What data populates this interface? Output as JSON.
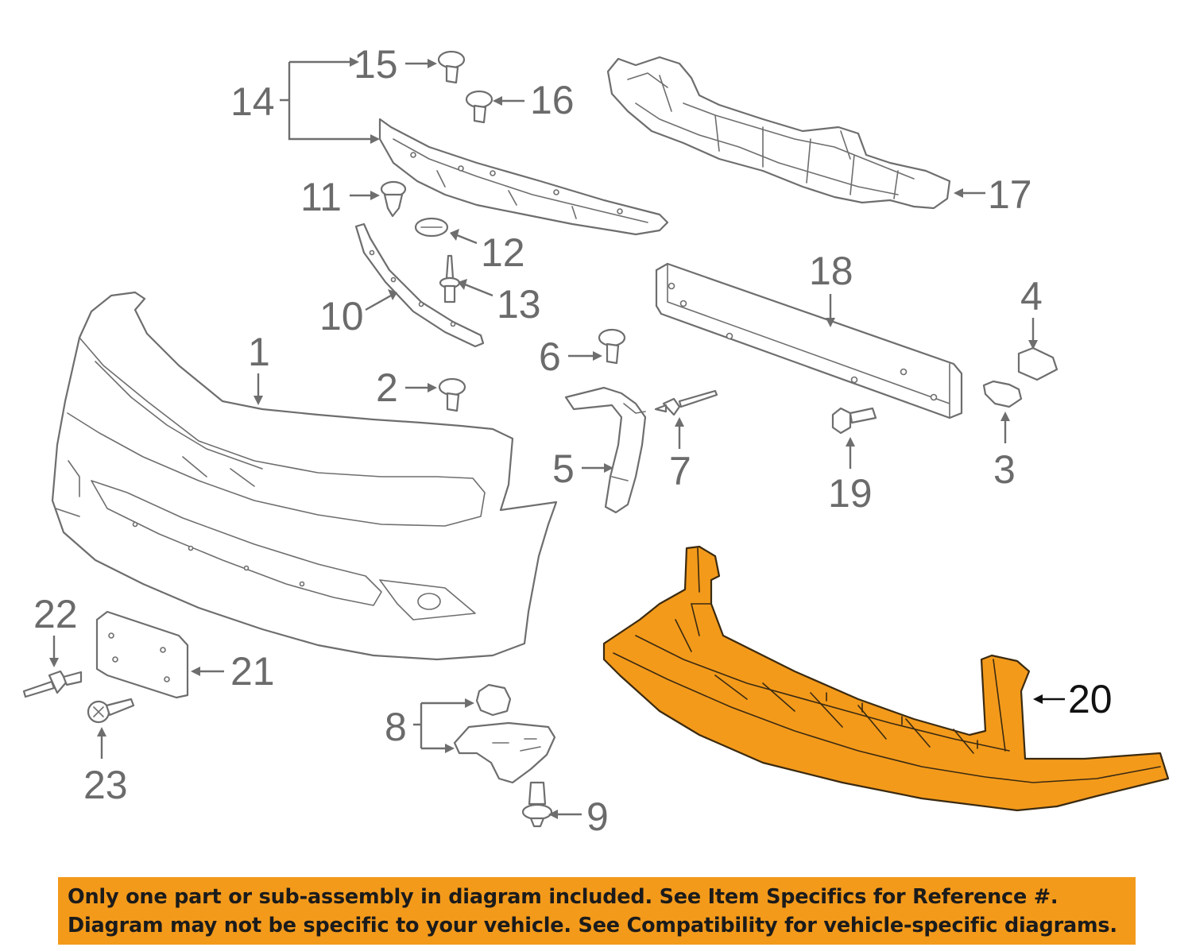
{
  "callouts": {
    "c1": "1",
    "c2": "2",
    "c3": "3",
    "c4": "4",
    "c5": "5",
    "c6": "6",
    "c7": "7",
    "c8": "8",
    "c9": "9",
    "c10": "10",
    "c11": "11",
    "c12": "12",
    "c13": "13",
    "c14": "14",
    "c15": "15",
    "c16": "16",
    "c17": "17",
    "c18": "18",
    "c19": "19",
    "c20": "20",
    "c21": "21",
    "c22": "22",
    "c23": "23"
  },
  "highlighted_part": "20",
  "colors": {
    "highlight": "#f39a1b",
    "banner": "#f39a1b",
    "line": "#6e6e6e"
  },
  "banner": {
    "line1": "Only one part or sub-assembly in diagram included. See Item Specifics for Reference #.",
    "line2": "Diagram may not be specific to your vehicle. See Compatibility for vehicle-specific diagrams."
  }
}
